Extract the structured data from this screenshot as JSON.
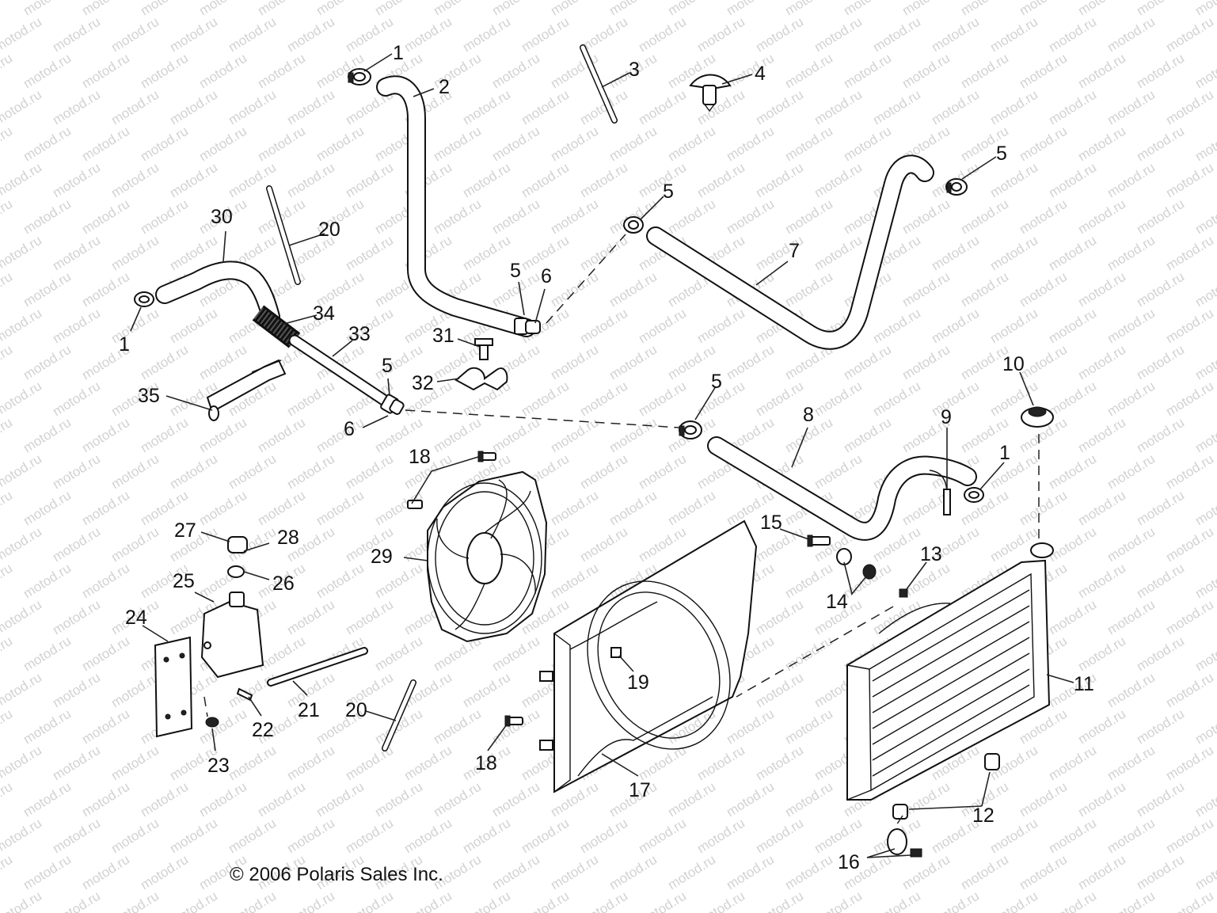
{
  "copyright": "© 2006 Polaris Sales Inc.",
  "watermark": "motod.ru",
  "callouts": [
    {
      "id": "c1a",
      "text": "1"
    },
    {
      "id": "c2",
      "text": "2"
    },
    {
      "id": "c3",
      "text": "3"
    },
    {
      "id": "c4",
      "text": "4"
    },
    {
      "id": "c5a",
      "text": "5"
    },
    {
      "id": "c5b",
      "text": "5"
    },
    {
      "id": "c30",
      "text": "30"
    },
    {
      "id": "c20a",
      "text": "20"
    },
    {
      "id": "c7",
      "text": "7"
    },
    {
      "id": "c5c",
      "text": "5"
    },
    {
      "id": "c6a",
      "text": "6"
    },
    {
      "id": "c1b",
      "text": "1"
    },
    {
      "id": "c34",
      "text": "34"
    },
    {
      "id": "c33",
      "text": "33"
    },
    {
      "id": "c31",
      "text": "31"
    },
    {
      "id": "c5d",
      "text": "5"
    },
    {
      "id": "c32",
      "text": "32"
    },
    {
      "id": "c10",
      "text": "10"
    },
    {
      "id": "c35",
      "text": "35"
    },
    {
      "id": "c5e",
      "text": "5"
    },
    {
      "id": "c8",
      "text": "8"
    },
    {
      "id": "c9",
      "text": "9"
    },
    {
      "id": "c6b",
      "text": "6"
    },
    {
      "id": "c18a",
      "text": "18"
    },
    {
      "id": "c1c",
      "text": "1"
    },
    {
      "id": "c15",
      "text": "15"
    },
    {
      "id": "c27",
      "text": "27"
    },
    {
      "id": "c28",
      "text": "28"
    },
    {
      "id": "c29",
      "text": "29"
    },
    {
      "id": "c13",
      "text": "13"
    },
    {
      "id": "c25",
      "text": "25"
    },
    {
      "id": "c26",
      "text": "26"
    },
    {
      "id": "c14",
      "text": "14"
    },
    {
      "id": "c24",
      "text": "24"
    },
    {
      "id": "c19",
      "text": "19"
    },
    {
      "id": "c11",
      "text": "11"
    },
    {
      "id": "c21",
      "text": "21"
    },
    {
      "id": "c20b",
      "text": "20"
    },
    {
      "id": "c22",
      "text": "22"
    },
    {
      "id": "c18b",
      "text": "18"
    },
    {
      "id": "c23",
      "text": "23"
    },
    {
      "id": "c17",
      "text": "17"
    },
    {
      "id": "c12",
      "text": "12"
    },
    {
      "id": "c16",
      "text": "16"
    }
  ]
}
